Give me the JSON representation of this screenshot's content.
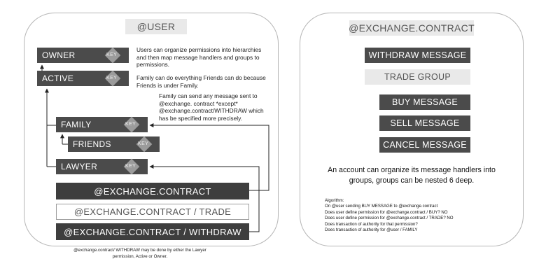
{
  "left": {
    "title": "@USER",
    "permissions": {
      "owner": "OWNER",
      "active": "ACTIVE",
      "family": "FAMILY",
      "friends": "FRIENDS",
      "lawyer": "LAWYER",
      "key": "KEY"
    },
    "handlers": {
      "contract": "@EXCHANGE.CONTRACT",
      "trade": "@EXCHANGE.CONTRACT / TRADE",
      "withdraw": "@EXCHANGE.CONTRACT / WITHDRAW"
    },
    "notes": {
      "hierarchy": [
        "Users can organize permissions into hierarchies",
        "and then map message handlers and groups to",
        "permissions."
      ],
      "family": [
        "Family can do everything Friends can do because",
        "Friends is under Family."
      ],
      "contract": [
        "Family can send any message sent to",
        "@exchange. contract  *except*",
        "@exchange.contract/WITHDRAW which",
        "has be specified more precisely."
      ]
    },
    "caption": [
      "@exchange.contract/ WITHDRAW may be done by either the Lawyer",
      "permission, Active or Owner."
    ]
  },
  "right": {
    "title": "@EXCHANGE.CONTRACT",
    "withdraw": "WITHDRAW MESSAGE",
    "trade_group": "TRADE GROUP",
    "buy": "BUY MESSAGE",
    "sell": "SELL MESSAGE",
    "cancel": "CANCEL MESSAGE",
    "summary": [
      "An account can organize its message handlers into",
      "groups, groups can be nested 6 deep."
    ],
    "algorithm": [
      "Algorithm:",
      "On @user sending BUY MESSAGE to @exchange.contract",
      "Does user define permission for @exchange.contract  / BUY? NO",
      "Does user define permission for @exchange.contract  / TRADE? NO",
      "Does transaction of authority for that permission?",
      "Does transaction of authority for @user / FAMILY"
    ]
  }
}
